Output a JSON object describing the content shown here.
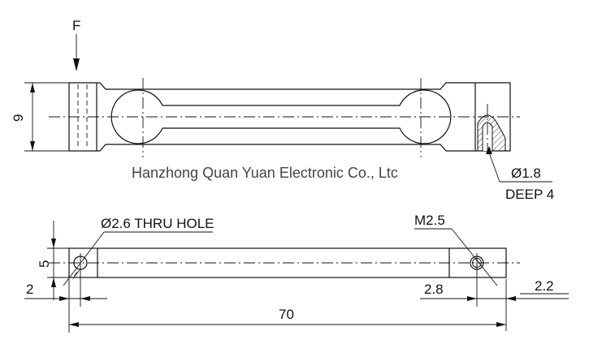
{
  "drawing": {
    "force_label": "F",
    "watermark": "Hanzhong Quan Yuan Electronic Co., Ltc",
    "top_view": {
      "height_dim": "9",
      "hole_dia": "Ø1.8",
      "hole_depth": "DEEP 4"
    },
    "side_view": {
      "thru_hole": "Ø2.6 THRU HOLE",
      "thread": "M2.5",
      "width_dim": "5",
      "left_offset": "2",
      "right_offset": "2.8",
      "right_edge": "2.2",
      "length": "70"
    }
  }
}
